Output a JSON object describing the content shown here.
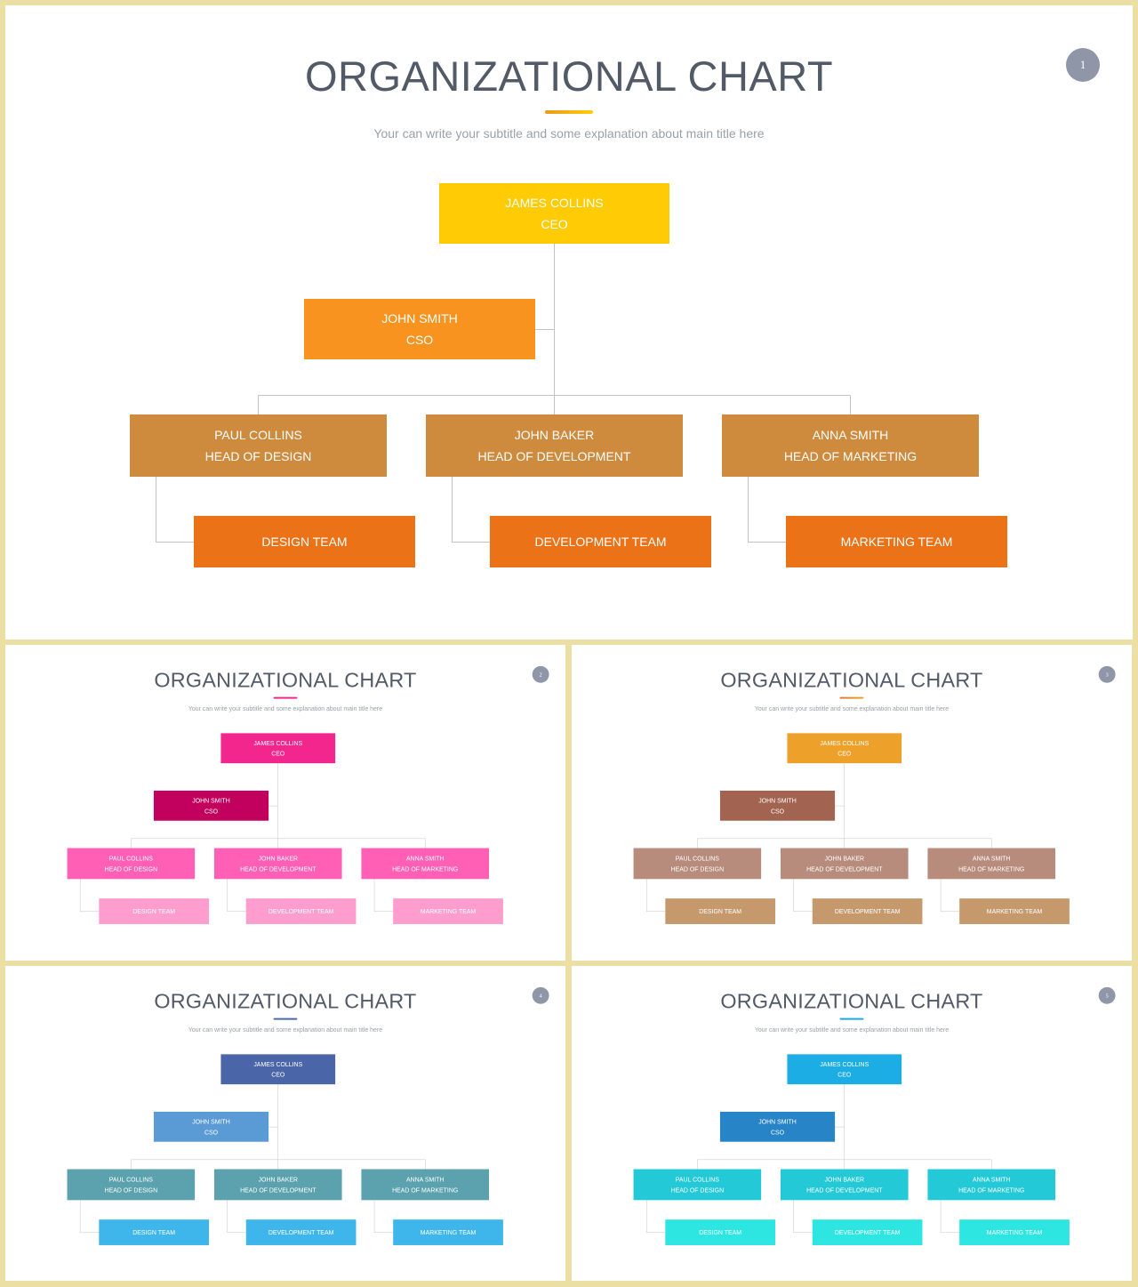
{
  "title": "ORGANIZATIONAL CHART",
  "subtitle": "Your can write your subtitle and some explanation about main title here",
  "nodes": {
    "ceo": {
      "name": "JAMES COLLINS",
      "role": "CEO"
    },
    "cso": {
      "name": "JOHN SMITH",
      "role": "CSO"
    },
    "design_head": {
      "name": "PAUL COLLINS",
      "role": "HEAD OF DESIGN"
    },
    "dev_head": {
      "name": "JOHN BAKER",
      "role": "HEAD OF DEVELOPMENT"
    },
    "marketing_head": {
      "name": "ANNA SMITH",
      "role": "HEAD OF MARKETING"
    },
    "design_team": "DESIGN TEAM",
    "dev_team": "DEVELOPMENT TEAM",
    "marketing_team": "MARKETING TEAM"
  },
  "slides": [
    {
      "page": "1",
      "colors": {
        "accent": "#E79A1E",
        "ceo": "#FFCB05",
        "cso": "#F7931E",
        "heads": "#CE8B3E",
        "teams": "#EC7217"
      }
    },
    {
      "page": "2",
      "colors": {
        "accent": "#EE2D7A",
        "ceo": "#F2268D",
        "cso": "#C2005D",
        "heads": "#FF5FB5",
        "teams": "#FF9DCF"
      }
    },
    {
      "page": "3",
      "colors": {
        "accent": "#D97B36",
        "ceo": "#EEA12A",
        "cso": "#A26450",
        "heads": "#B88C7C",
        "teams": "#C6996D"
      }
    },
    {
      "page": "4",
      "colors": {
        "accent": "#4A72A8",
        "ceo": "#4A65A8",
        "cso": "#5B9BD5",
        "heads": "#5BA2AE",
        "teams": "#3EB6EC"
      }
    },
    {
      "page": "5",
      "colors": {
        "accent": "#1BA7D8",
        "ceo": "#1BADE3",
        "cso": "#2784C7",
        "heads": "#24C9D7",
        "teams": "#2DE6E1"
      }
    }
  ]
}
